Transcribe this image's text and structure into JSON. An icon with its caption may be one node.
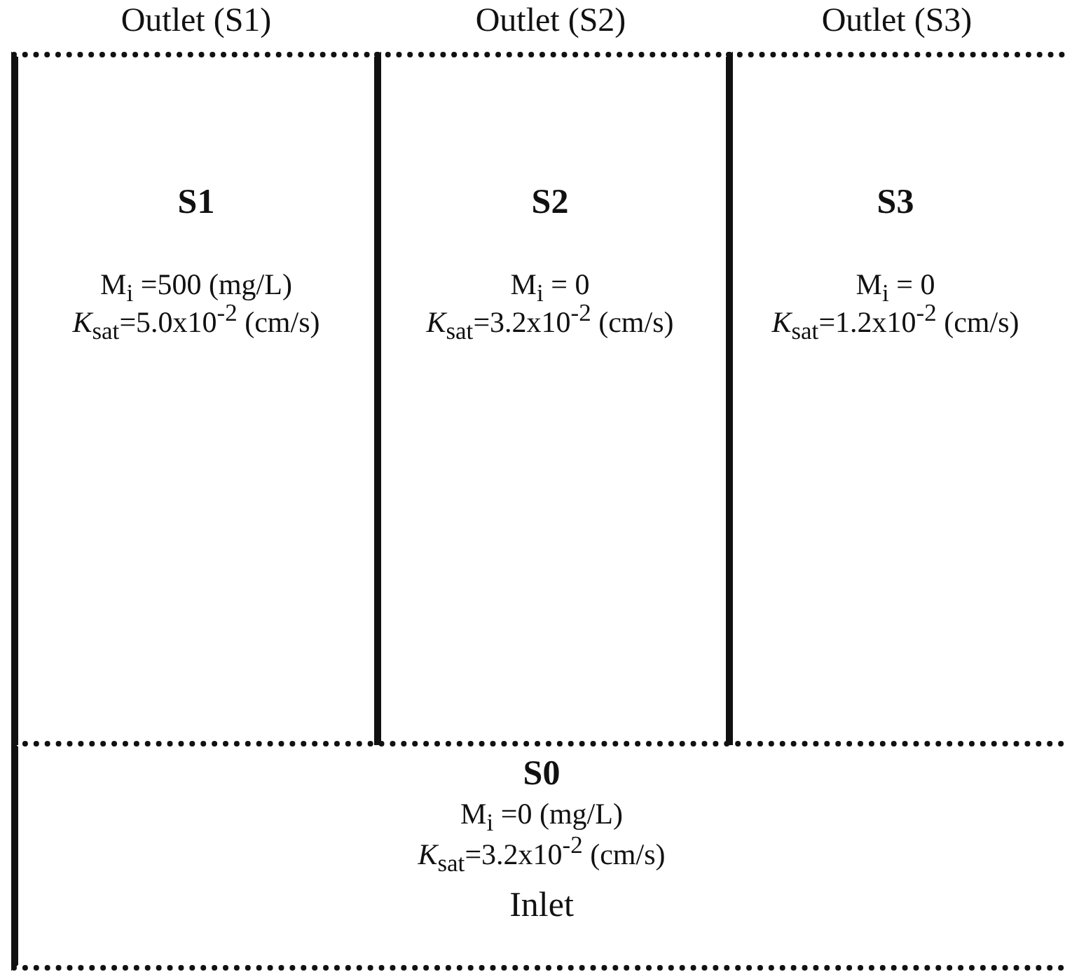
{
  "diagram": {
    "nodes": [
      {
        "text": [
          "S1",
          "M$_{i}$ =500 (mg/L)",
          "*K*$_{sat}$=5.0x10$^{-2}$ (cm/s)"
        ]
      },
      {
        "text": [
          "S2",
          "M$_{i}$ = 0",
          "*K*$_{sat}$=3.2x10$^{-2}$ (cm/s)"
        ]
      },
      {
        "text": [
          "S3",
          "M$_{i}$ = 0",
          "*K*$_{sat}$=1.2x10$^{-2}$ (cm/s)"
        ]
      },
      {
        "text": [
          "S0",
          "M$_{i}$ =0 (mg/L)",
          "*K*$_{sat}$=3.2x10$^{-2}$ (cm/s)",
          "Inlet"
        ]
      }
    ],
    "edges": [],
    "labels": [
      "Outlet (S1)",
      "Outlet (S2)",
      "Outlet (S3)"
    ]
  }
}
